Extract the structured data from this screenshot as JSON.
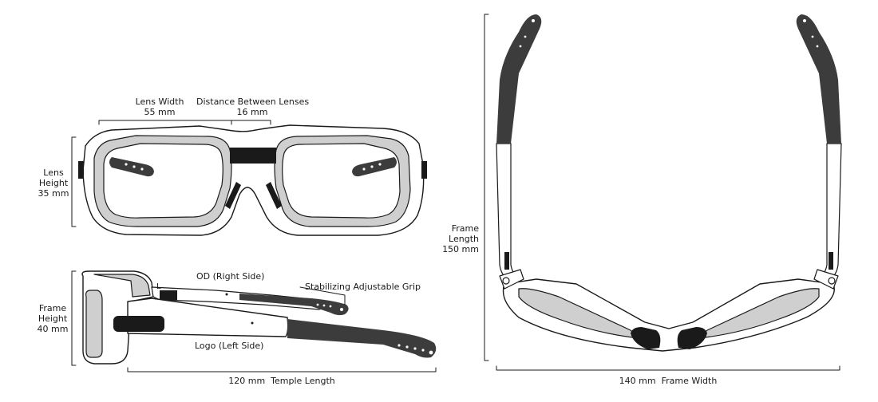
{
  "front_view": {
    "lens_width": {
      "label": "Lens Width",
      "value": "55 mm"
    },
    "bridge": {
      "label": "Distance Between Lenses",
      "value": "16 mm"
    },
    "lens_height": {
      "label_1": "Lens",
      "label_2": "Height",
      "value": "35 mm"
    }
  },
  "side_view": {
    "frame_height": {
      "label_1": "Frame",
      "label_2": "Height",
      "value": "40 mm"
    },
    "od_label": "OD (Right Side)",
    "grip_label": "Stabilizing Adjustable Grip",
    "logo_label": "Logo (Left Side)",
    "lens_mark": "L",
    "temple_length": {
      "value": "120 mm",
      "label": "Temple Length"
    }
  },
  "top_view": {
    "frame_length": {
      "label_1": "Frame",
      "label_2": "Length",
      "value": "150 mm"
    },
    "frame_width": {
      "value": "140 mm",
      "label": "Frame Width"
    }
  },
  "colors": {
    "line": "#1a1a1a",
    "lens_rim": "#cfcfcf",
    "grip": "#3c3c3c",
    "frame": "#ffffff"
  }
}
